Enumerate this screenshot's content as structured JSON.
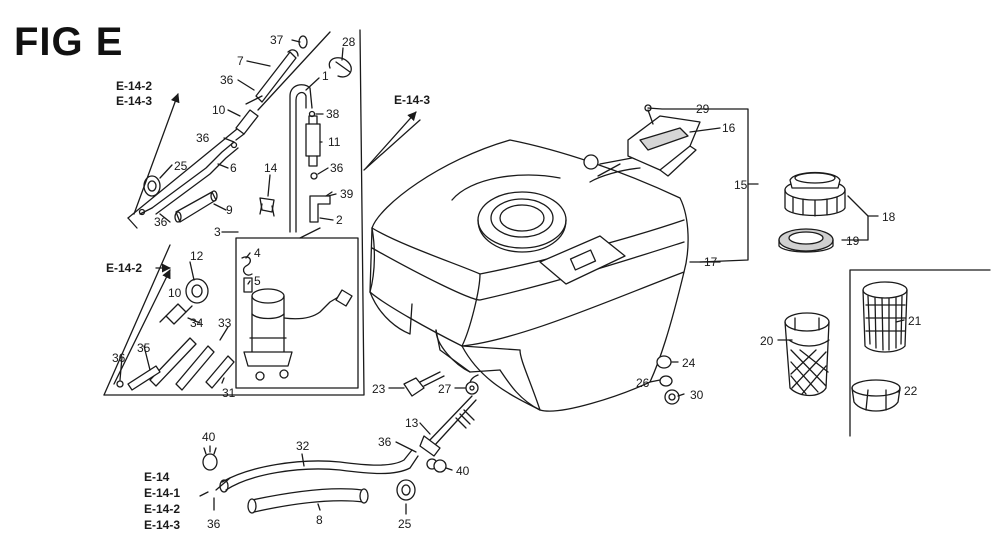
{
  "title": "FIG E",
  "colors": {
    "ink": "#1a1a1a",
    "paper": "#ffffff",
    "shade": "#cfcfcf"
  },
  "callouts": [
    {
      "id": "c37",
      "text": "37"
    },
    {
      "id": "c28",
      "text": "28"
    },
    {
      "id": "c7",
      "text": "7"
    },
    {
      "id": "c1",
      "text": "1"
    },
    {
      "id": "c36a",
      "text": "36"
    },
    {
      "id": "c38",
      "text": "38"
    },
    {
      "id": "c10a",
      "text": "10"
    },
    {
      "id": "c11",
      "text": "11"
    },
    {
      "id": "c36b",
      "text": "36"
    },
    {
      "id": "c36c",
      "text": "36"
    },
    {
      "id": "c25a",
      "text": "25"
    },
    {
      "id": "c6",
      "text": "6"
    },
    {
      "id": "c14",
      "text": "14"
    },
    {
      "id": "c39",
      "text": "39"
    },
    {
      "id": "c36d",
      "text": "36"
    },
    {
      "id": "c9",
      "text": "9"
    },
    {
      "id": "c2",
      "text": "2"
    },
    {
      "id": "c12",
      "text": "12"
    },
    {
      "id": "c3",
      "text": "3"
    },
    {
      "id": "c4",
      "text": "4"
    },
    {
      "id": "c5",
      "text": "5"
    },
    {
      "id": "c10b",
      "text": "10"
    },
    {
      "id": "c34",
      "text": "34"
    },
    {
      "id": "c33",
      "text": "33"
    },
    {
      "id": "c35",
      "text": "35"
    },
    {
      "id": "c36e",
      "text": "36"
    },
    {
      "id": "c31",
      "text": "31"
    },
    {
      "id": "c29",
      "text": "29"
    },
    {
      "id": "c16",
      "text": "16"
    },
    {
      "id": "c15",
      "text": "15"
    },
    {
      "id": "c17",
      "text": "17"
    },
    {
      "id": "c18",
      "text": "18"
    },
    {
      "id": "c19",
      "text": "19"
    },
    {
      "id": "c20",
      "text": "20"
    },
    {
      "id": "c21",
      "text": "21"
    },
    {
      "id": "c24",
      "text": "24"
    },
    {
      "id": "c26",
      "text": "26"
    },
    {
      "id": "c30",
      "text": "30"
    },
    {
      "id": "c22",
      "text": "22"
    },
    {
      "id": "c23",
      "text": "23"
    },
    {
      "id": "c27",
      "text": "27"
    },
    {
      "id": "c13",
      "text": "13"
    },
    {
      "id": "c36f",
      "text": "36"
    },
    {
      "id": "c40a",
      "text": "40"
    },
    {
      "id": "c32",
      "text": "32"
    },
    {
      "id": "c40b",
      "text": "40"
    },
    {
      "id": "c8",
      "text": "8"
    },
    {
      "id": "c25b",
      "text": "25"
    },
    {
      "id": "c36g",
      "text": "36"
    }
  ],
  "refs": {
    "top_left": [
      "E-14-2",
      "E-14-3"
    ],
    "top_center": "E-14-3",
    "mid_left": "E-14-2",
    "bottom_left": [
      "E-14",
      "E-14-1",
      "E-14-2",
      "E-14-3"
    ]
  }
}
